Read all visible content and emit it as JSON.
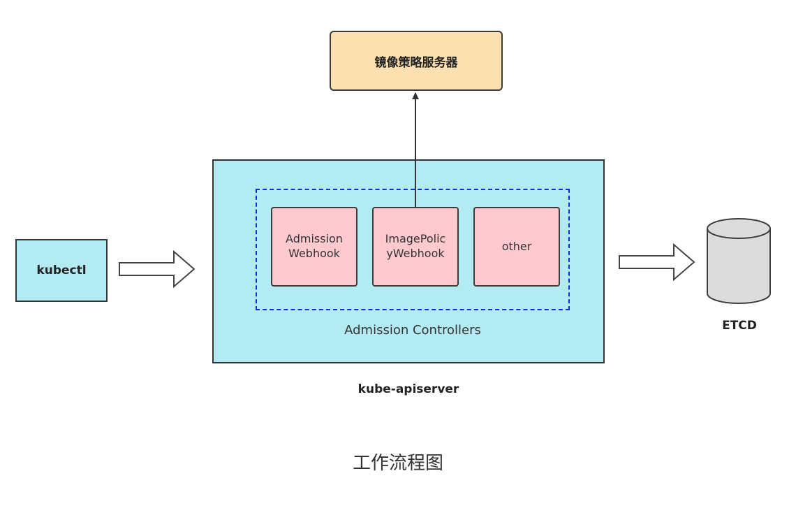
{
  "diagram": {
    "image_policy_server": "镜像策略服务器",
    "kubectl": "kubectl",
    "admission_controllers": {
      "label": "Admission Controllers",
      "plugins": [
        {
          "label": "Admission\nWebhook"
        },
        {
          "label": "ImagePolic\nyWebhook"
        },
        {
          "label": "other"
        }
      ]
    },
    "apiserver_label": "kube-apiserver",
    "etcd_label": "ETCD",
    "caption": "工作流程图"
  },
  "colors": {
    "server_fill": "#fde0b0",
    "apiserver_fill": "#b3ebf2",
    "plugin_fill": "#ffc9d0",
    "dashed_border": "#1428e6",
    "etcd_fill": "#dcdcdc"
  }
}
